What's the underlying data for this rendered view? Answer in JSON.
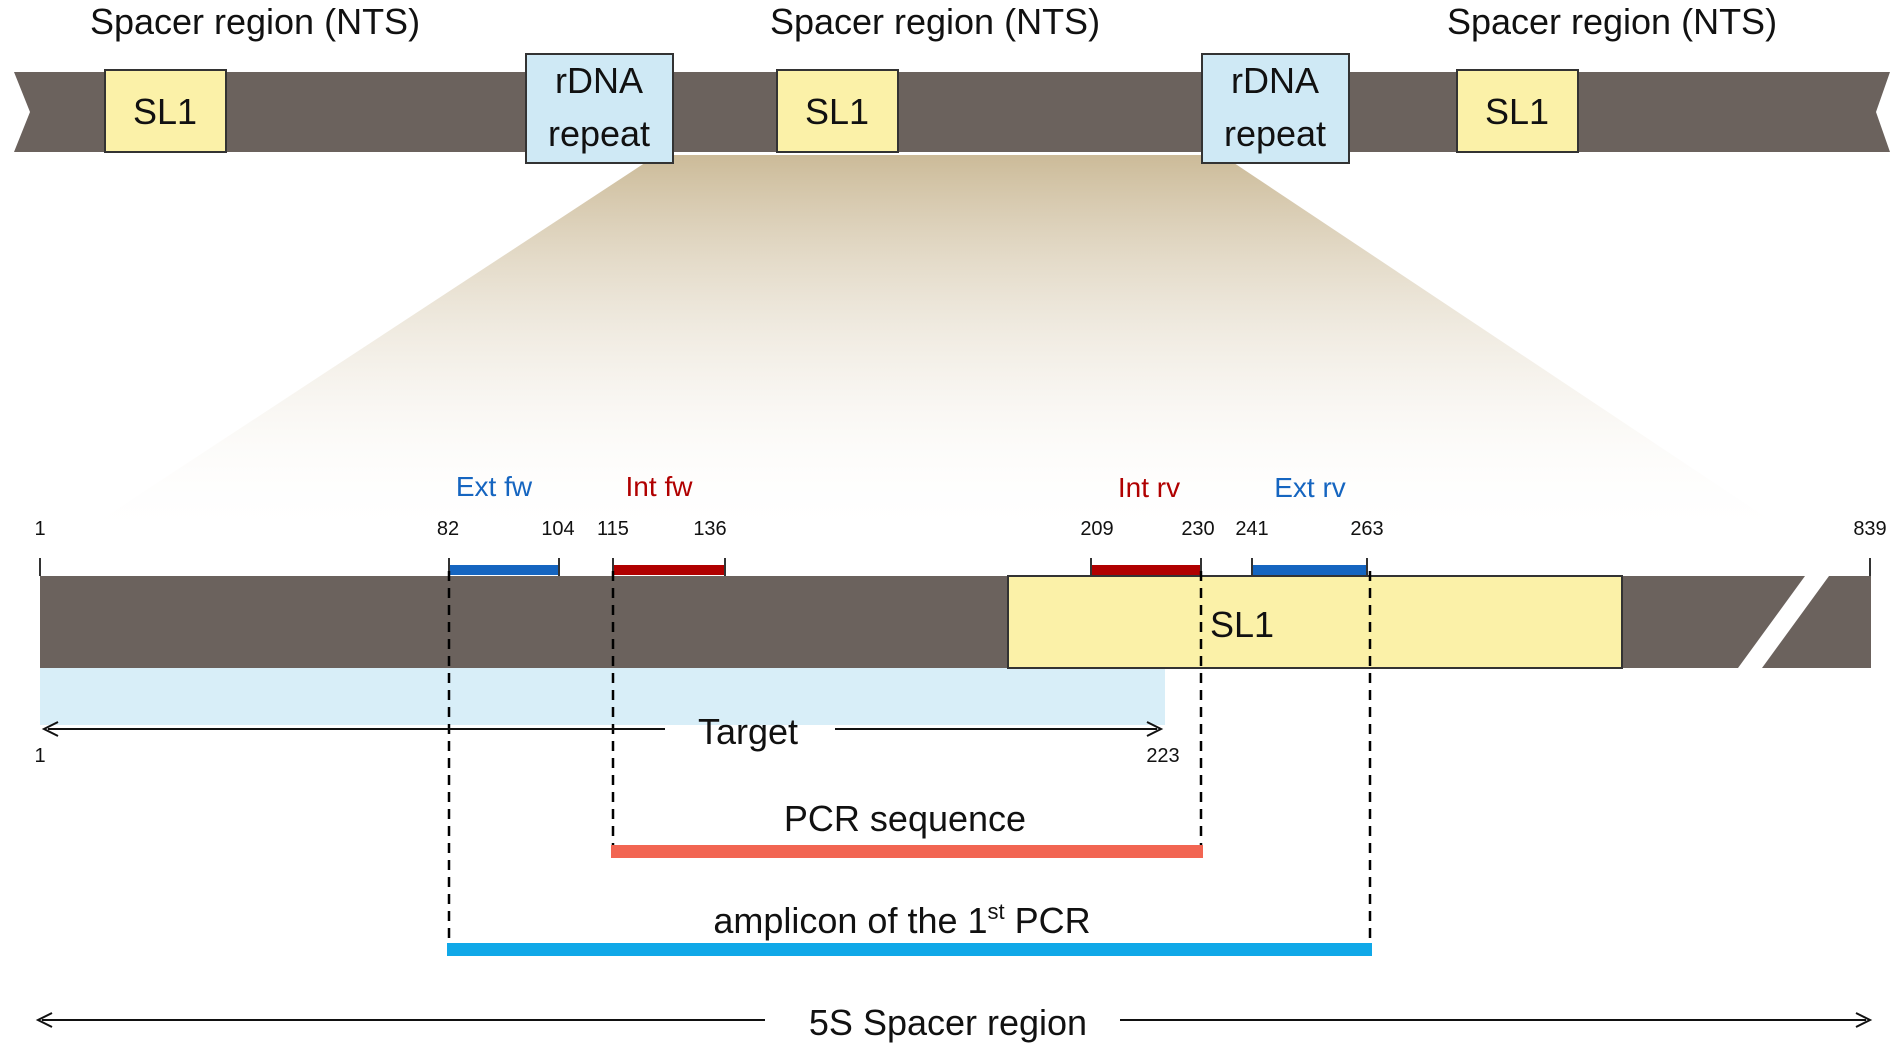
{
  "top": {
    "spacer_labels": [
      "Spacer region (NTS)",
      "Spacer region (NTS)",
      "Spacer region (NTS)"
    ],
    "sl1_labels": [
      "SL1",
      "SL1",
      "SL1"
    ],
    "rdna_boxes": [
      {
        "line1": "rDNA",
        "line2": "repeat"
      },
      {
        "line1": "rDNA",
        "line2": "repeat"
      }
    ]
  },
  "detail": {
    "primers": [
      {
        "label": "Ext fw",
        "start": "82",
        "end": "104",
        "color": "#1565c0"
      },
      {
        "label": "Int fw",
        "start": "115",
        "end": "136",
        "color": "#b00000"
      },
      {
        "label": "Int rv",
        "start": "209",
        "end": "230",
        "color": "#b00000"
      },
      {
        "label": "Ext rv",
        "start": "241",
        "end": "263",
        "color": "#1565c0"
      }
    ],
    "start_pos": "1",
    "end_pos": "839",
    "sl1_label": "SL1",
    "target": {
      "label": "Target",
      "start": "1",
      "end": "223"
    },
    "pcr_sequence": {
      "label": "PCR sequence",
      "color": "#f26552"
    },
    "amplicon": {
      "label_prefix": "amplicon of the 1",
      "label_sup": "st",
      "label_suffix": " PCR",
      "color": "#10a8e8"
    },
    "spacer_region": {
      "label": "5S Spacer region"
    }
  },
  "colors": {
    "dna_bar": "#6b625d",
    "sl1_fill": "#fbf1a8",
    "rdna_fill": "#cfe9f5",
    "target_fill": "#d8eef8",
    "zoom_fan": "#c9b793"
  }
}
